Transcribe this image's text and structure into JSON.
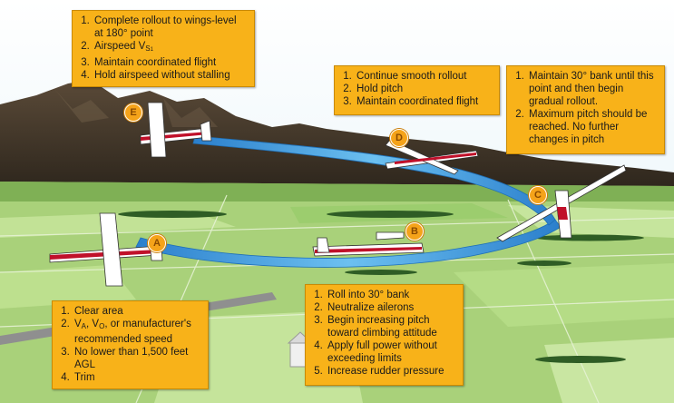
{
  "boxes": {
    "e": {
      "items": [
        "Complete rollout to wings-level at 180° point",
        "Airspeed V",
        "Maintain coordinated flight",
        "Hold airspeed without stalling"
      ],
      "airspeed_sub": "S",
      "airspeed_sub2": "1"
    },
    "d": {
      "items": [
        "Continue smooth rollout",
        "Hold pitch",
        "Maintain coordinated flight"
      ]
    },
    "c": {
      "items": [
        "Maintain 30° bank until this point and then begin gradual rollout.",
        "Maximum pitch should be reached. No further changes in pitch"
      ]
    },
    "a": {
      "items": [
        "Clear area",
        "or manufacturer's recommended speed",
        "No lower than 1,500 feet AGL",
        "Trim"
      ],
      "speed_prefix": "V",
      "speed_sub_a": "A",
      "speed_sep": ", V",
      "speed_sub_o": "O",
      "speed_comma": ", "
    },
    "b": {
      "items": [
        "Roll into 30° bank",
        "Neutralize ailerons",
        "Begin increasing pitch toward climbing attitude",
        "Apply full power without exceeding limits",
        "Increase rudder pressure"
      ]
    }
  },
  "markers": [
    "A",
    "B",
    "C",
    "D",
    "E"
  ],
  "colors": {
    "note_fill": "#f8b219",
    "path_blue": "#3d9be0",
    "marker": "#f5a31a",
    "field_green": "#b7d985",
    "mountain": "#3f3426"
  }
}
